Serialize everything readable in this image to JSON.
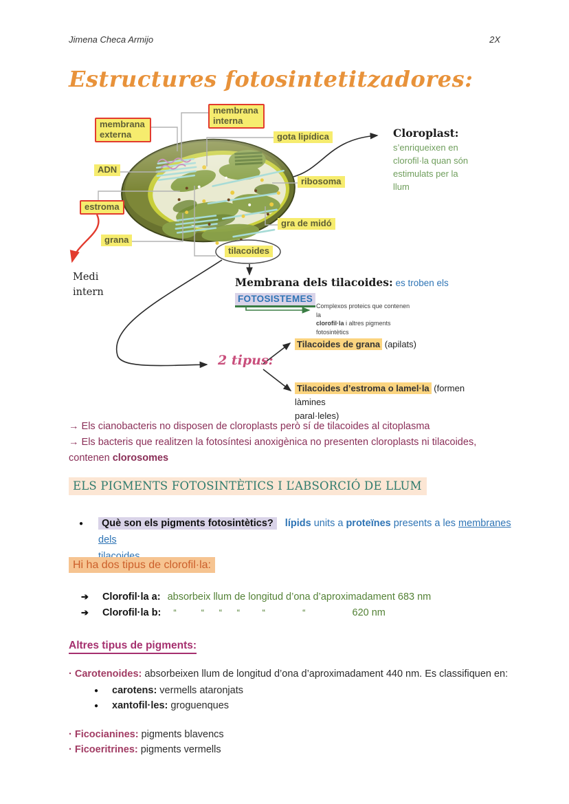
{
  "colors": {
    "title_orange": "#E8923A",
    "label_yellow": "#F6EC6E",
    "label_text": "#5E5E35",
    "red_box": "#E23B2E",
    "green_note": "#6F9E5C",
    "blue": "#2E74B5",
    "lavender": "#D9D3E8",
    "green_underline": "#3A7D44",
    "pink_script": "#C94F7C",
    "amber_highlight": "#FBD47F",
    "maroon": "#8A2E57",
    "teal_heading": "#2F7B6D",
    "peach_bg": "#FCE6D4",
    "orange_text": "#CC5F2A",
    "orange_bg": "#F6C491",
    "green_text": "#538135",
    "magenta": "#A52F6E",
    "pigment_label": "#A13B63",
    "body_text": "#2B2B2B",
    "line_gray": "#B3B3B3"
  },
  "header": {
    "author": "Jimena Checa Armijo",
    "page_num": "2X"
  },
  "title": "Estructures fotosintetitzadores:",
  "diagram": {
    "labels": {
      "membrana_externa": "membrana externa",
      "membrana_interna": "membrana interna",
      "gota_lipidica": "gota lipídica",
      "adn": "ADN",
      "ribosoma": "ribosoma",
      "estroma": "estroma",
      "gra_de_mido": "gra de midó",
      "grana": "grana",
      "tilacoides": "tilacoides"
    },
    "cloroplast_title": "Cloroplast:",
    "cloroplast_desc": "s’enriqueixen en clorofil·la quan són estimulats per la llum",
    "medi_intern": "Medi intern",
    "membrana_tilacoides_bold": "Membrana dels tilacoides:",
    "membrana_tilacoides_blue": " es troben els",
    "fotosistemes": "FOTOSISTEMES",
    "complexos_line1": "Complexos proteics que contenen la",
    "complexos_bold": "clorofil·la",
    "complexos_line2": " i altres pigments fotosintètics",
    "dos_tipus": "2 tipus:",
    "tipus_grana_hl": "Tilacoides de grana",
    "tipus_grana_rest": " (apilats)",
    "tipus_estroma_hl": "Tilacoides d’estroma o lamel·la",
    "tipus_estroma_rest1": " (formen làmines",
    "tipus_estroma_rest2": "paral·leles)"
  },
  "notes": {
    "line1": "→ Els cianobacteris no disposen de cloroplasts però sí de tilacoides al citoplasma",
    "line2": "→ Els bacteris que realitzen la fotosíntesi anoxigènica no presenten cloroplasts ni tilacoides,",
    "line3_pre": "contenen ",
    "line3_bold": "clorosomes"
  },
  "pigments_section": {
    "heading": "ELS PIGMENTS FOTOSINTÈTICS I L’ABSORCIÓ DE LLUM",
    "bullet": "●",
    "question": "Què son els pigments fotosintètics?",
    "ans_bold1": "lípids",
    "ans_mid1": " units a ",
    "ans_bold2": "proteïnes",
    "ans_mid2": " presents a les ",
    "ans_link1": "membranes dels",
    "ans_link2": "tilacoides",
    "hi_ha": "Hi ha dos tipus de clorofil·la:",
    "arrow_bullet": "➔",
    "chl_a_label": "Clorofil·la a:",
    "chl_a_text": "absorbeix llum de longitud d’ona d’aproximadament 683 nm",
    "chl_b_label": "Clorofil·la b:",
    "chl_b_dittos": "“          “      “      “         “               “",
    "chl_b_value": "620 nm"
  },
  "altres": {
    "heading": "Altres tipus de pigments:",
    "bullet": "●",
    "carotenoides_label": "· Carotenoides:",
    "carotenoides_text": " absorbeixen llum de longitud d’ona d’aproximadament 440 nm. Es classifiquen en:",
    "carotens_label": "carotens:",
    "carotens_text": " vermells ataronjats",
    "xantofil_label": "xantofil·les:",
    "xantofil_text": " groguenques",
    "ficocianines_label": "· Ficocianines:",
    "ficocianines_text": " pigments blavencs",
    "ficoeritrines_label": "· Ficoeritrines:",
    "ficoeritrines_text": " pigments vermells"
  }
}
